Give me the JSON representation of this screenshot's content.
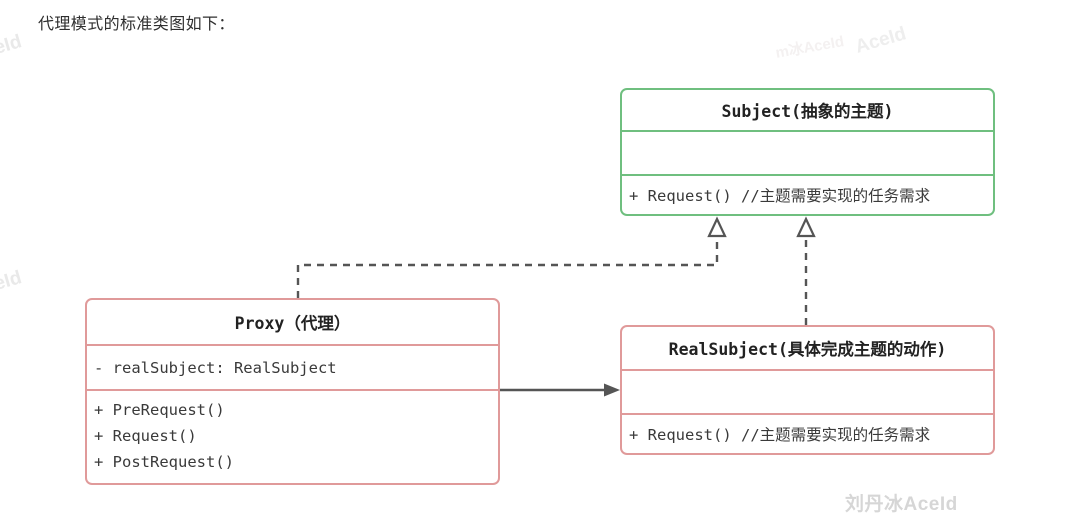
{
  "page": {
    "title": "代理模式的标准类图如下："
  },
  "watermarks": {
    "left_1": "ceId",
    "left_2": "ceId",
    "top_1": "m冰AceId",
    "top_2": "AceId",
    "main": "刘丹冰AceId"
  },
  "diagram": {
    "type": "uml-class-diagram",
    "colors": {
      "subject_border": "#6fbf7f",
      "proxy_border": "#e09a9a",
      "realsubject_border": "#e09a9a",
      "connector": "#555555",
      "text": "#3a3a3a"
    },
    "classes": [
      {
        "id": "subject",
        "name": "Subject(抽象的主题)",
        "stereotype": "interface",
        "attributes": [],
        "methods": [
          "+ Request() //主题需要实现的任务需求"
        ]
      },
      {
        "id": "proxy",
        "name": "Proxy（代理）",
        "attributes": [
          "- realSubject: RealSubject"
        ],
        "methods": [
          "+ PreRequest()",
          "+ Request()",
          "+ PostRequest()"
        ]
      },
      {
        "id": "realsubject",
        "name": "RealSubject(具体完成主题的动作)",
        "attributes": [],
        "methods": [
          "+ Request() //主题需要实现的任务需求"
        ]
      }
    ],
    "relations": [
      {
        "from": "proxy",
        "to": "subject",
        "type": "realization",
        "style": "dashed",
        "arrowhead": "hollow-triangle"
      },
      {
        "from": "realsubject",
        "to": "subject",
        "type": "realization",
        "style": "dashed",
        "arrowhead": "hollow-triangle"
      },
      {
        "from": "proxy",
        "to": "realsubject",
        "type": "association",
        "style": "solid",
        "arrowhead": "filled-arrow"
      }
    ]
  }
}
